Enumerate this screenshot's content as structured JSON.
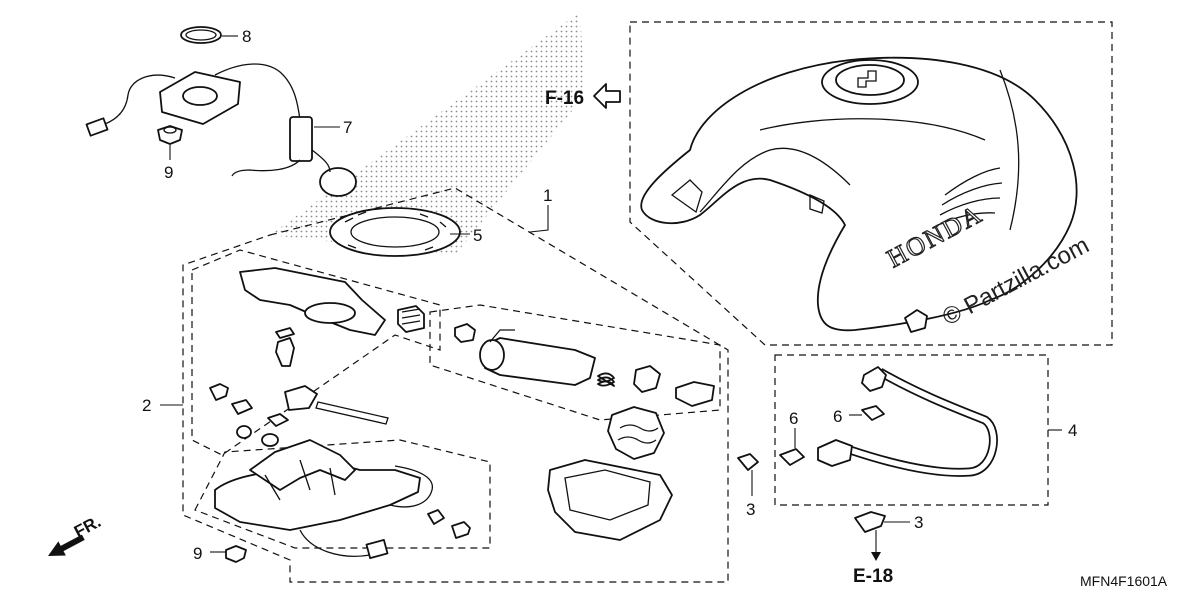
{
  "callouts": {
    "c1": "1",
    "c2": "2",
    "c3a": "3",
    "c3b": "3",
    "c4": "4",
    "c5": "5",
    "c6a": "6",
    "c6b": "6",
    "c7": "7",
    "c8": "8",
    "c9a": "9",
    "c9b": "9"
  },
  "references": {
    "f16": "F-16",
    "e18": "E-18",
    "fr": "FR."
  },
  "tank_brand": "HONDA",
  "watermark": "© Partzilla.com",
  "diagram_code": "MFN4F1601A"
}
